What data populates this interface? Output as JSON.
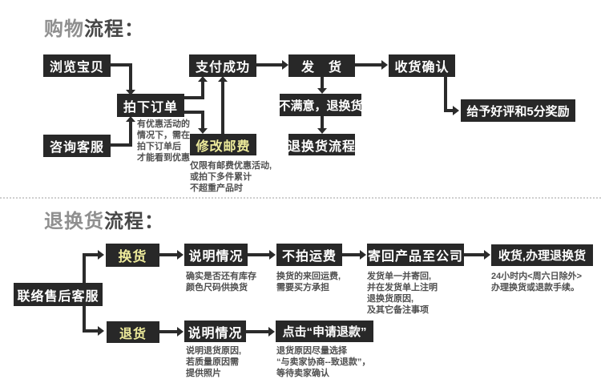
{
  "colors": {
    "box_background": "#282828",
    "box_text": "#ffffff",
    "accent_yellow": "#eeeb9b",
    "note_text": "#4f4f4f",
    "title_light_gray": "#8f8f8f",
    "title_dark_gray": "#474747",
    "arrow": "#2b2b2b",
    "divider_dotted": "#cfcfcf"
  },
  "shopping": {
    "title_part1": "购物",
    "title_part2": "流程：",
    "boxes": {
      "browse": "浏览宝贝",
      "order": "拍下订单",
      "consult": "咨询客服",
      "pay": "支付成功",
      "modify_postage": "修改邮费",
      "ship": "发　货",
      "unsatisfied": "不满意，退换货",
      "return_flow": "退换货流程",
      "confirm_receipt": "收货确认",
      "praise": "给予好评和5分奖励"
    },
    "notes": {
      "order_note": "有优惠活动的\n情况下，需在\n拍下订单后\n才能看到优惠",
      "postage_note": "仅限有邮费优惠活动,\n或拍下多件累计\n不超重产品时"
    }
  },
  "returns": {
    "title_part1": "退换货",
    "title_part2": "流程：",
    "boxes": {
      "contact_service": "联络售后客服",
      "exchange": "换货",
      "explain_exchange": "说明情况",
      "no_shipping_fee": "不拍运费",
      "send_back": "寄回产品至公司",
      "receive_process": "收货,办理退换货",
      "return_goods": "退货",
      "explain_return": "说明情况",
      "click_refund": "点击“申请退款”"
    },
    "notes": {
      "explain_exchange_note": "确实是否还有库存\n颜色尺码供换货",
      "no_shipping_fee_note": "换货的来回运费,\n需要买方承担",
      "send_back_note": "发货单一并寄回,\n并在发货单上注明\n退换货原因,\n及其它备注事项",
      "receive_process_note": "24小时内<周六日除外>\n办理换货或退款手续。",
      "explain_return_note": "说明退货原因,\n若质量原因需\n提供照片",
      "click_refund_note": "退货原因尽量选择\n“与卖家协商--致退款”，\n等待卖家确认"
    }
  }
}
